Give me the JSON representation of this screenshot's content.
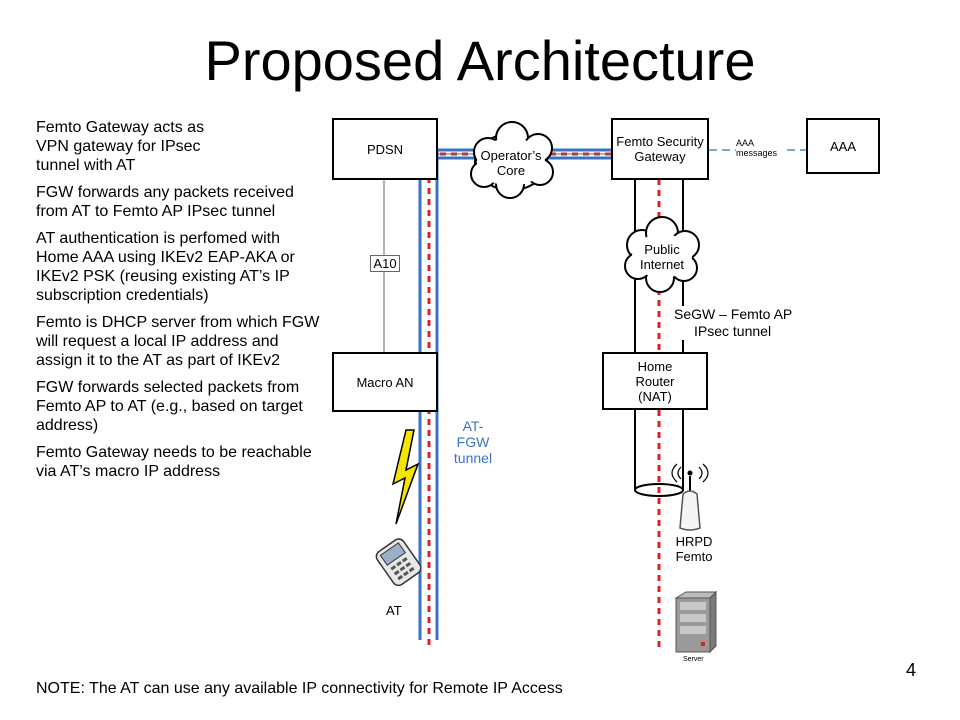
{
  "title": "Proposed Architecture",
  "bullets": [
    "Femto Gateway acts as VPN gateway for IPsec tunnel with AT",
    "FGW forwards any packets received from AT to Femto AP IPsec tunnel",
    "AT authentication is perfomed with Home AAA using IKEv2 EAP-AKA or IKEv2 PSK (reusing existing AT’s IP subscription credentials)",
    "Femto is DHCP server from which FGW will request  a local IP address and assign it to the AT as part of IKEv2",
    "FGW forwards selected packets from Femto AP to AT (e.g., based on target address)",
    "Femto Gateway needs to be reachable via AT’s macro IP address"
  ],
  "note": "NOTE: The AT can use any available IP connectivity for Remote IP Access",
  "page_number": "4",
  "diagram": {
    "pdsn": "PDSN",
    "operators_core": [
      "Operator’s",
      "Core"
    ],
    "femto_security_gateway": [
      "Femto Security",
      "Gateway"
    ],
    "aaa_messages": [
      "AAA",
      "messages"
    ],
    "aaa": "AAA",
    "public_internet": [
      "Public",
      "Internet"
    ],
    "a10": "A10",
    "segw_tunnel": [
      "SeGW – Femto AP",
      "IPsec tunnel"
    ],
    "macro_an": "Macro AN",
    "home_router": [
      "Home",
      "Router",
      "(NAT)"
    ],
    "at_fgw_tunnel": [
      "AT-",
      "FGW",
      "tunnel"
    ],
    "hrpd_femto": [
      "HRPD",
      "Femto"
    ],
    "at": "AT",
    "server": "Server"
  },
  "colors": {
    "tunnel_blue": "#3a73c4",
    "tunnel_red": "#e02020",
    "aaa_link": "#7ea6c8",
    "lightning": "#f4e400"
  }
}
